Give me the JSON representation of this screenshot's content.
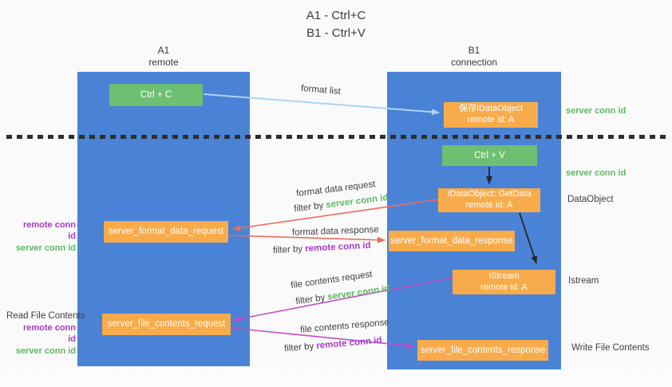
{
  "title": {
    "line1": "A1 - Ctrl+C",
    "line2": "B1 - Ctrl+V"
  },
  "lanes": {
    "left": {
      "name": "A1",
      "sub": "remote"
    },
    "right": {
      "name": "B1",
      "sub": "connection"
    }
  },
  "boxes": {
    "ctrl_c": "Ctrl + C",
    "ctrl_v": "Ctrl + V",
    "save_idataobject": {
      "line1": "保存IDataObject",
      "line2": "remote id: A"
    },
    "getdata": {
      "line1": "IDataObject::GetData",
      "line2": "remote id: A"
    },
    "istream": {
      "line1": "IStream",
      "line2": "remote id: A"
    },
    "format_request": "server_format_data_request",
    "format_response": "server_format_data_response",
    "file_request": "server_file_contents_request",
    "file_response": "server_file_contents_response"
  },
  "flow_labels": {
    "format_list": "format list",
    "format_data_request": "format data request",
    "format_data_response": "format data response",
    "file_contents_request": "file contents request",
    "file_contents_response": "file contents response",
    "filter_by": "filter by ",
    "server_conn_id": "server conn id",
    "remote_conn_id": "remote conn id"
  },
  "side_labels": {
    "server_conn_id_top": "server conn id",
    "server_conn_id_mid": "server conn id",
    "dataobject": "DataObject",
    "istream": "Istream",
    "write_file_contents": "Write File Contents",
    "read_file_contents": "Read File Contents",
    "remote_conn_id_1": "remote conn id",
    "server_conn_id_1": "server conn id",
    "remote_conn_id_2": "remote conn id",
    "server_conn_id_2": "server conn id"
  },
  "colors": {
    "lane_blue": "#4a83d6",
    "box_green": "#6dbf72",
    "box_orange": "#f8ab4b",
    "arrow_light_blue": "#a9d5f3",
    "arrow_red": "#ed6a5f",
    "arrow_magenta": "#c44fc6",
    "arrow_black": "#262626",
    "label_green": "#5cb860",
    "label_purple": "#a43bc4",
    "text_dark": "#3f3f3f"
  }
}
